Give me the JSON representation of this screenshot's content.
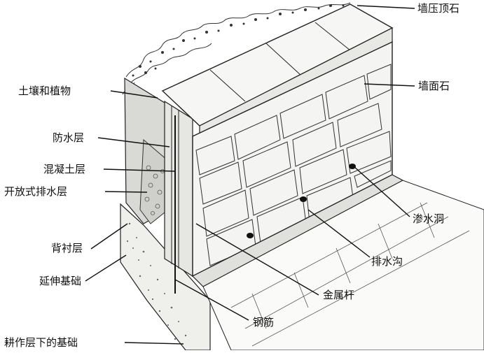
{
  "labels": {
    "cap_stone": "墙压顶石",
    "soil_plants": "土壤和植物",
    "face_stone": "墙面石",
    "waterproof": "防水层",
    "concrete": "混凝土层",
    "open_drainage": "开放式排水层",
    "weep_hole": "渗水洞",
    "backing": "背衬层",
    "extended_footing": "延伸基础",
    "drain_ditch": "排水沟",
    "metal_rod": "金属杆",
    "rebar": "钢筋",
    "foundation_below_tillage": "耕作层下的基础"
  },
  "colors": {
    "ink": "#1a1a1a",
    "stone_fill": "#f4f4f2",
    "gravel": "#777777"
  }
}
